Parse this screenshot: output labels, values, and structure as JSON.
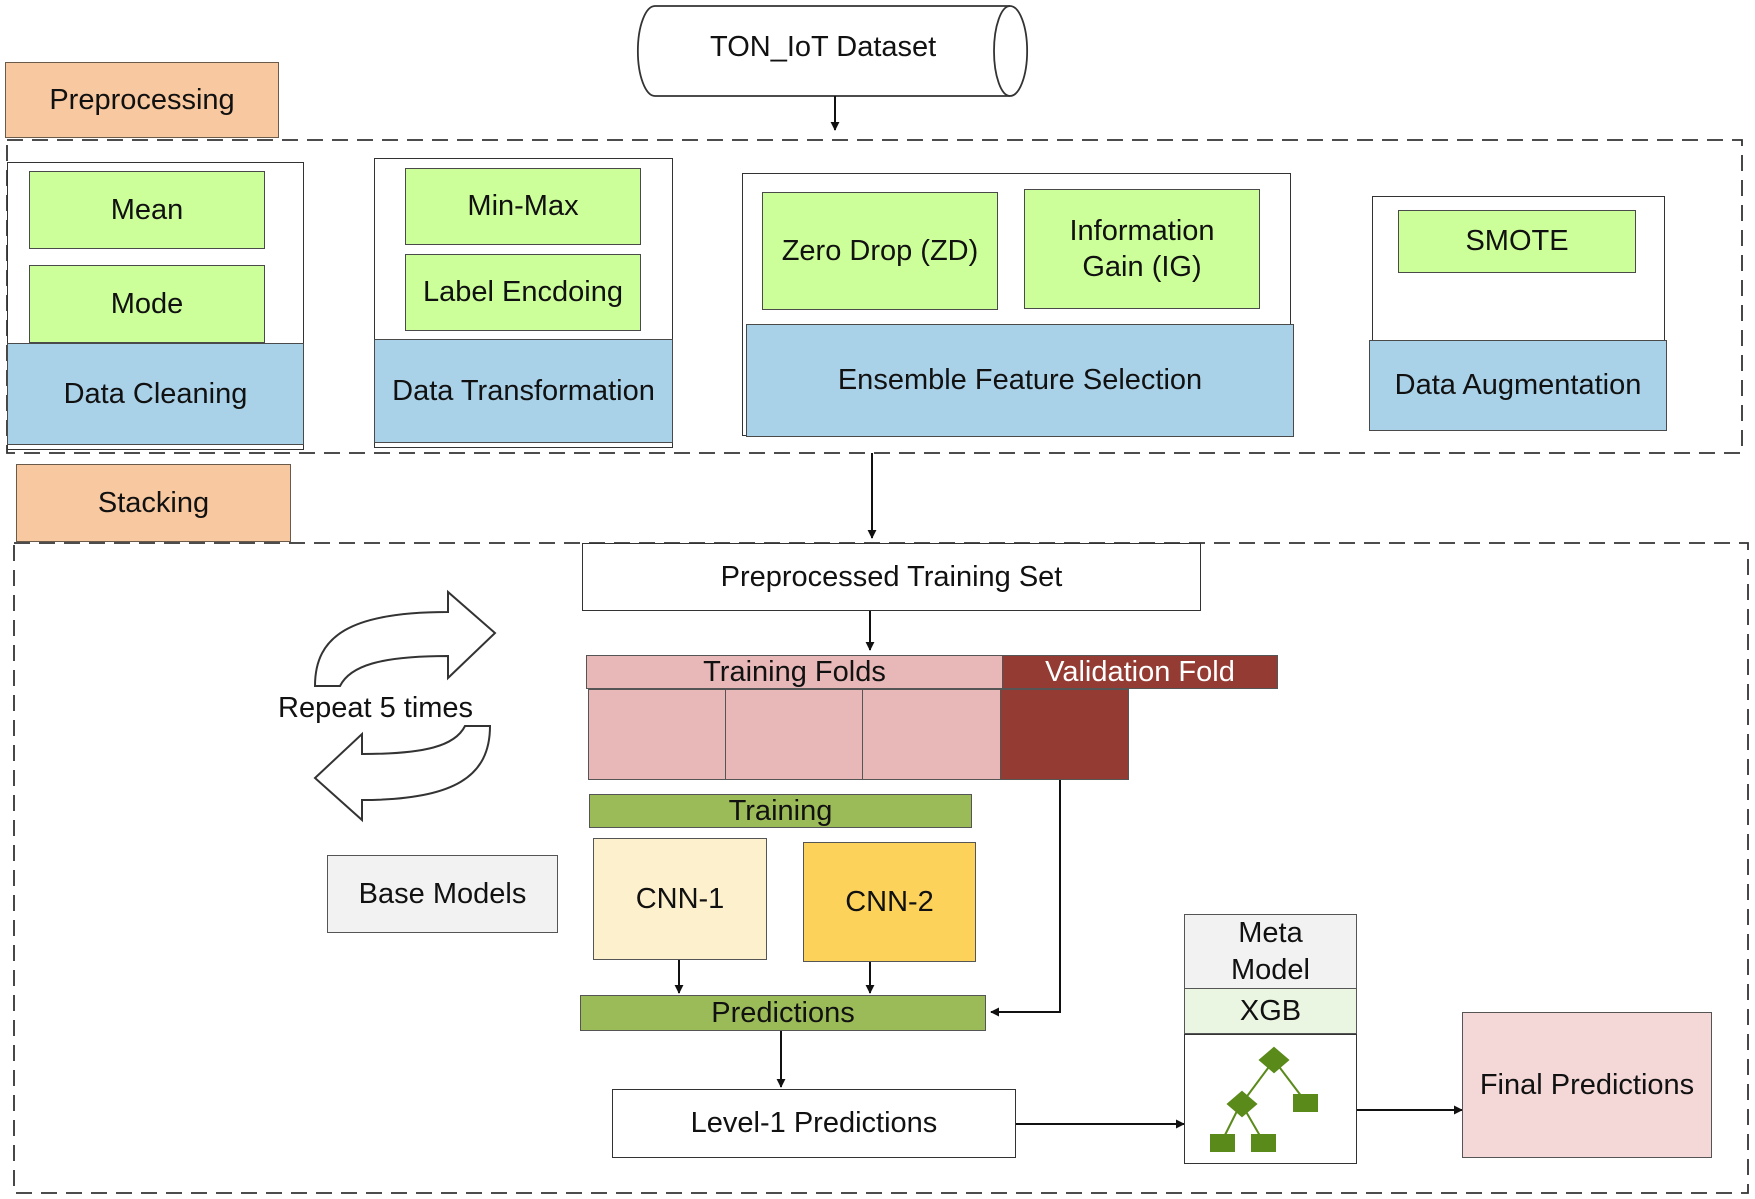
{
  "dataset": "TON_IoT Dataset",
  "sections": {
    "preprocessing": "Preprocessing",
    "stacking": "Stacking"
  },
  "cleaning": {
    "mean": "Mean",
    "mode": "Mode",
    "label": "Data Cleaning"
  },
  "transformation": {
    "minmax": "Min-Max",
    "label_encoding": "Label Encdoing",
    "label": "Data Transformation"
  },
  "feature_selection": {
    "zd": "Zero Drop (ZD)",
    "ig": "Information Gain (IG)",
    "label": "Ensemble Feature Selection"
  },
  "augmentation": {
    "smote": "SMOTE",
    "label": "Data Augmentation"
  },
  "stacking": {
    "training_set": "Preprocessed Training Set",
    "training_folds": "Training Folds",
    "validation_fold": "Validation Fold",
    "repeat": "Repeat 5 times",
    "training": "Training",
    "base_models": "Base Models",
    "cnn1": "CNN-1",
    "cnn2": "CNN-2",
    "predictions": "Predictions",
    "level1": "Level-1 Predictions",
    "meta_model": "Meta Model",
    "xgb": "XGB",
    "final": "Final Predictions"
  },
  "colors": {
    "green_box": "#ccff99",
    "blue_box": "#a9d1e8",
    "orange_tag": "#f8c8a0",
    "training_fold": "#e8b8b8",
    "validation_fold": "#943b33",
    "olive_bar": "#9bbb59",
    "cnn1": "#fdf0cc",
    "cnn2": "#fcd25a",
    "tree_node": "#5a8a1a"
  },
  "icons": [
    "database-cylinder-icon",
    "repeat-arrows-icon",
    "decision-tree-icon"
  ]
}
